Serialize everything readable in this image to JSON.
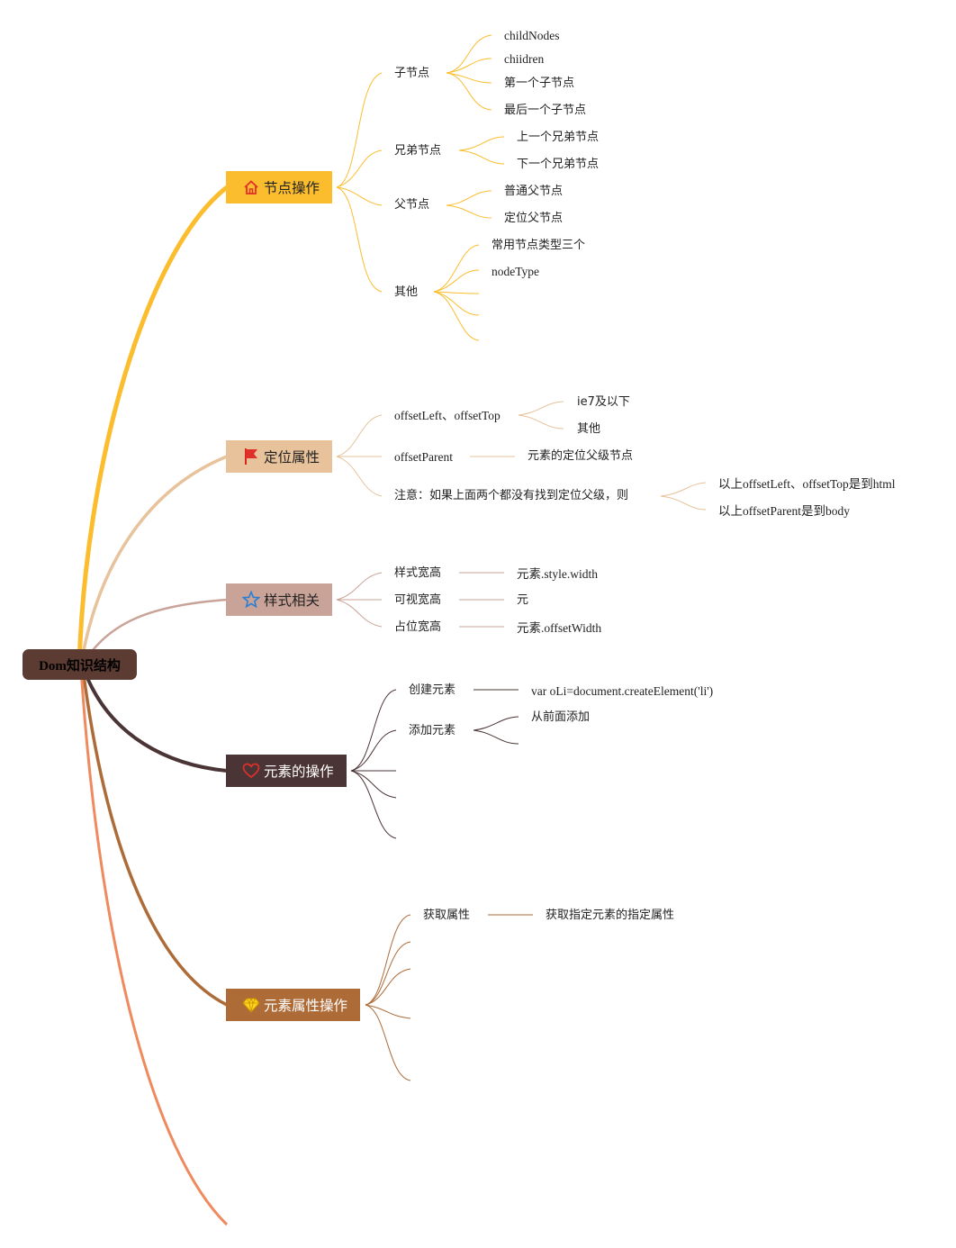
{
  "root": {
    "label": "Dom知识结构"
  },
  "branches": {
    "b1": {
      "label": "节点操作",
      "icon": "home-icon",
      "color": "#fbbd2d"
    },
    "b2": {
      "label": "定位属性",
      "icon": "flag-icon",
      "color": "#e7c29b"
    },
    "b3": {
      "label": "样式相关",
      "icon": "star-icon",
      "color": "#c9a398"
    },
    "b4": {
      "label": "元素的操作",
      "icon": "heart-icon",
      "color": "#4b3435"
    },
    "b5": {
      "label": "元素属性操作",
      "icon": "diamond-icon",
      "color": "#ad6b38"
    }
  },
  "nodes": {
    "zijiedian": "子节点",
    "childNodes": "childNodes",
    "children": "chiidren",
    "first_child": "第一个子节点",
    "last_child": "最后一个子节点",
    "siblings": "兄弟节点",
    "prev_sibling": "上一个兄弟节点",
    "next_sibling": "下一个兄弟节点",
    "parent": "父节点",
    "normal_parent": "普通父节点",
    "position_parent": "定位父节点",
    "other": "其他",
    "node_types": "常用节点类型三个",
    "nodeType": "nodeType",
    "offsetLeftTop": "offsetLeft、offsetTop",
    "ie7": "ie7及以下",
    "other2": "其他",
    "offsetParent": "offsetParent",
    "offsetParent_desc": "元素的定位父级节点",
    "note": "注意：如果上面两个都没有找到定位父级，则",
    "note_a": "以上offsetLeft、offsetTop是到html",
    "note_b": "以上offsetParent是到body",
    "style_wh": "样式宽高",
    "style_wh_val": "元素.style.width",
    "visible_wh": "可视宽高",
    "visible_wh_val": "元",
    "occupy_wh": "占位宽高",
    "occupy_wh_val": "元素.offsetWidth",
    "create_el": "创建元素",
    "create_el_val": "var oLi=document.createElement('li')",
    "add_el": "添加元素",
    "add_front": "从前面添加",
    "get_attr": "获取属性",
    "get_attr_val": "获取指定元素的指定属性"
  }
}
